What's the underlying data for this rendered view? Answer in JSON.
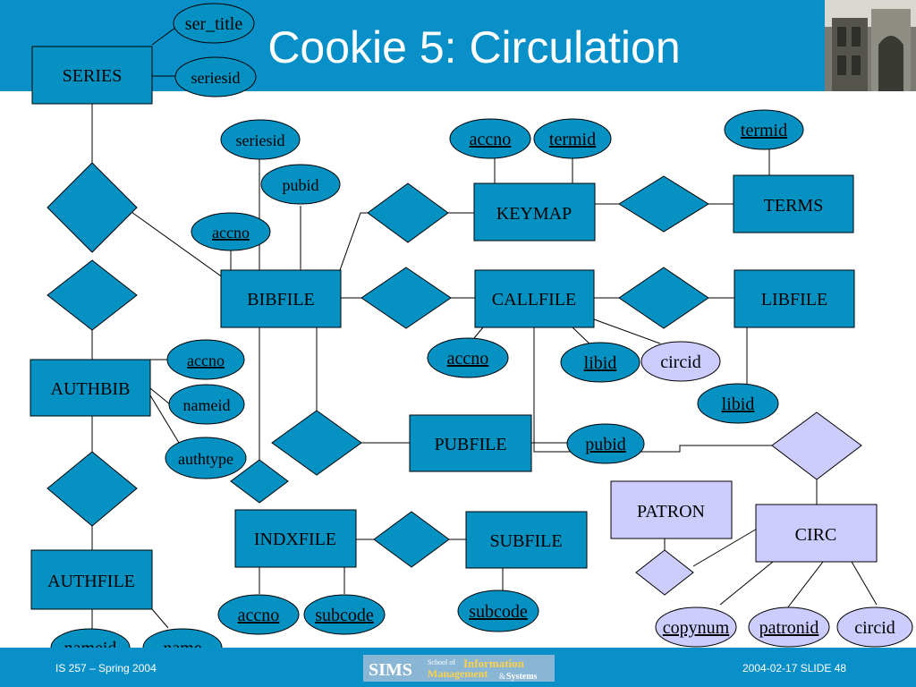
{
  "slide": {
    "title": "Cookie 5: Circulation",
    "footer_left": "IS 257 – Spring 2004",
    "footer_right": "2004-02-17  SLIDE 48",
    "logo": {
      "sims": "SIMS",
      "school_of": "School of",
      "information": "Information",
      "management": "Management",
      "and": "&",
      "systems": "Systems"
    }
  },
  "colors": {
    "header_blue": "#0a90c8",
    "entity_fill": "#0592c3",
    "lavender_fill": "#ccccff",
    "line": "#000000"
  },
  "entities": {
    "series": "SERIES",
    "bibfile": "BIBFILE",
    "keymap": "KEYMAP",
    "terms": "TERMS",
    "callfile": "CALLFILE",
    "libfile": "LIBFILE",
    "authbib": "AUTHBIB",
    "pubfile": "PUBFILE",
    "patron": "PATRON",
    "circ": "CIRC",
    "indxfile": "INDXFILE",
    "subfile": "SUBFILE",
    "authfile": "AUTHFILE"
  },
  "attributes": {
    "series_ser_title": "ser_title",
    "series_seriesid": "seriesid",
    "bib_seriesid": "seriesid",
    "bib_pubid": "pubid",
    "bib_accno": "accno",
    "keymap_accno": "accno",
    "keymap_termid": "termid",
    "terms_termid": "termid",
    "call_accno": "accno",
    "call_libid": "libid",
    "call_circid": "circid",
    "lib_libid": "libid",
    "authbib_accno": "accno",
    "authbib_nameid": "nameid",
    "authbib_authtype": "authtype",
    "pub_pubid": "pubid",
    "indx_accno": "accno",
    "indx_subcode": "subcode",
    "sub_subcode": "subcode",
    "auth_nameid": "nameid",
    "auth_name": "name",
    "circ_copynum": "copynum",
    "circ_patronid": "patronid",
    "circ_circid": "circid"
  }
}
